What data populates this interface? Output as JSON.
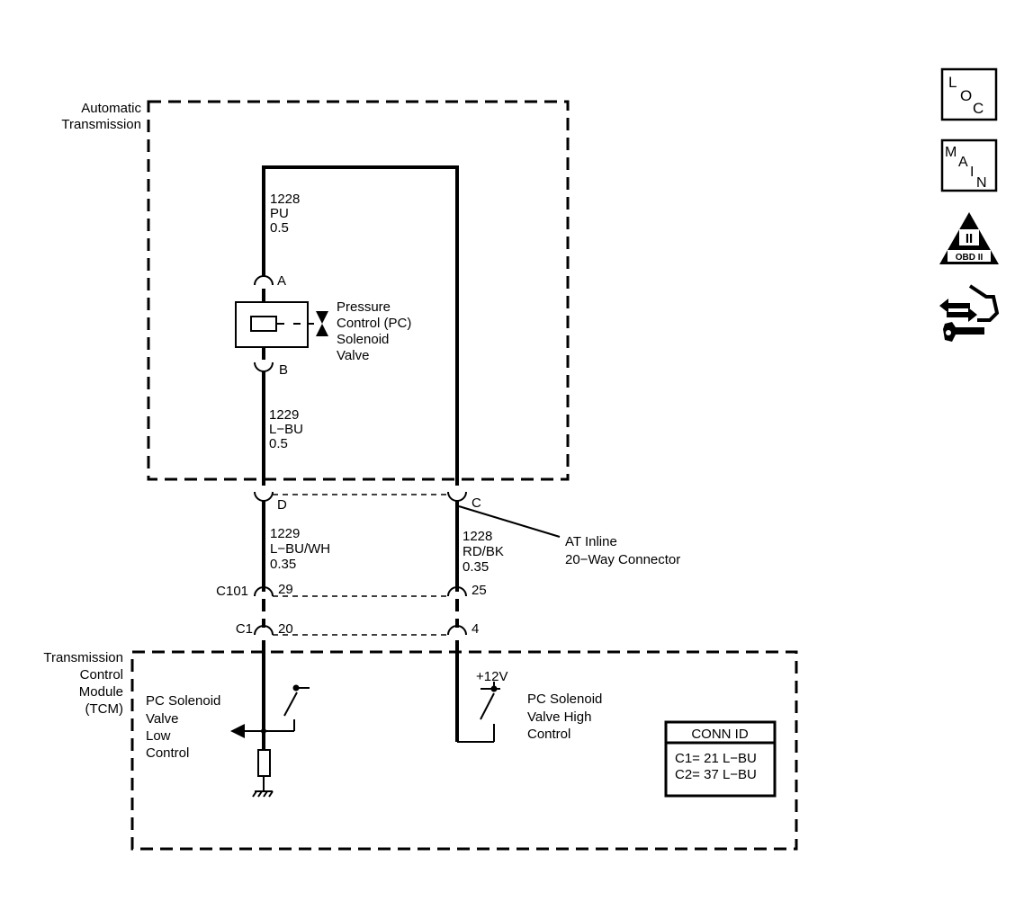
{
  "modules": {
    "automatic_transmission": [
      "Automatic",
      "Transmission"
    ],
    "tcm": [
      "Transmission",
      "Control",
      "Module",
      "(TCM)"
    ]
  },
  "solenoid": {
    "label": [
      "Pressure",
      "Control (PC)",
      "Solenoid",
      "Valve"
    ],
    "pin_a": "A",
    "pin_b": "B"
  },
  "wires": {
    "w1228_top": [
      "1228",
      "PU",
      "0.5"
    ],
    "w1229_top": [
      "1229",
      "L−BU",
      "0.5"
    ],
    "w1229_mid": [
      "1229",
      "L−BU/WH",
      "0.35"
    ],
    "w1228_mid": [
      "1228",
      "RD/BK",
      "0.35"
    ]
  },
  "connectors": {
    "inline_pin_left": "D",
    "inline_pin_right": "C",
    "inline_label": [
      "AT Inline",
      "20−Way Connector"
    ],
    "c101_label": "C101",
    "c101_pin_left": "29",
    "c101_pin_right": "25",
    "c1_label": "C1",
    "c1_pin_left": "20",
    "c1_pin_right": "4"
  },
  "tcm_circuits": {
    "low_control": [
      "PC Solenoid",
      "Valve",
      "Low",
      "Control"
    ],
    "high_control": [
      "PC  Solenoid",
      "Valve High",
      "Control"
    ],
    "supply": "+12V"
  },
  "conn_id": {
    "title": "CONN ID",
    "rows": [
      "C1= 21 L−BU",
      "C2= 37 L−BU"
    ]
  },
  "side_icons": {
    "loc": [
      "L",
      "O",
      "C"
    ],
    "main": [
      "M",
      "A",
      "I",
      "N"
    ],
    "obd": {
      "numeral": "II",
      "label": "OBD II"
    },
    "service_icon": "wrench-arrows-icon"
  }
}
